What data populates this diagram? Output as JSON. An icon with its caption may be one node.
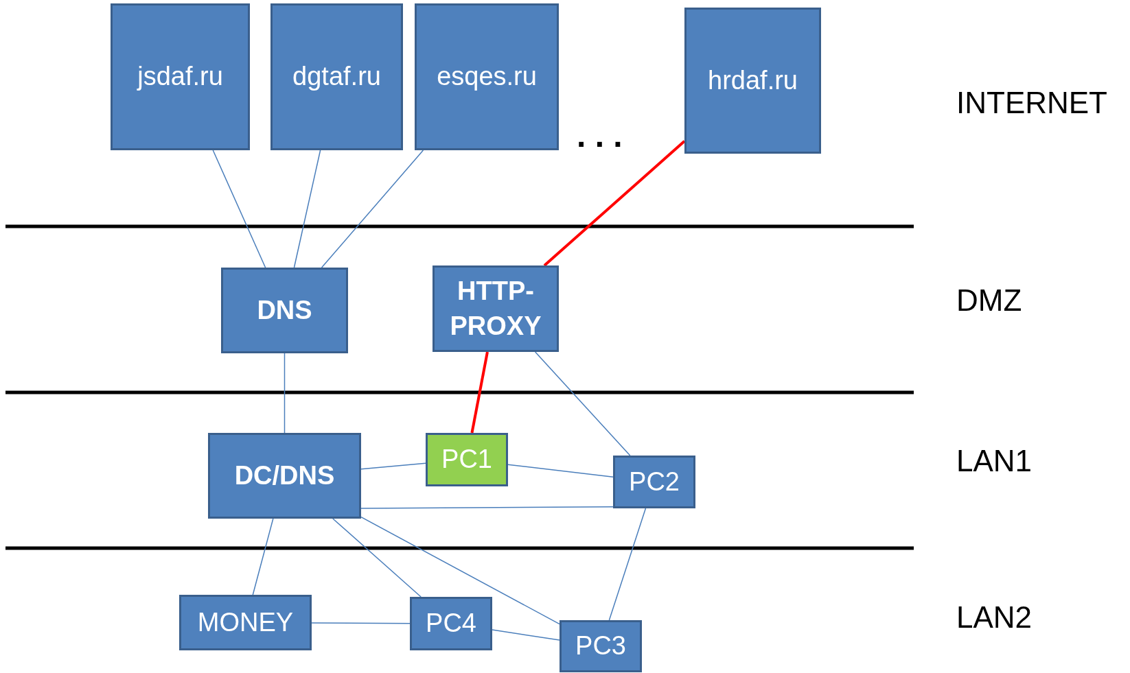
{
  "diagram": {
    "nodes": [
      {
        "text": [
          "jsdaf.ru"
        ]
      },
      {
        "text": [
          "dgtaf.ru"
        ]
      },
      {
        "text": [
          "esqes.ru"
        ]
      },
      {
        "text": [
          "hrdaf.ru"
        ]
      },
      {
        "text": [
          "DNS"
        ]
      },
      {
        "text": [
          "HTTP-PROXY"
        ]
      },
      {
        "text": [
          "DC/DNS"
        ]
      },
      {
        "text": [
          "PC1"
        ]
      },
      {
        "text": [
          "PC2"
        ]
      },
      {
        "text": [
          "MONEY"
        ]
      },
      {
        "text": [
          "PC4"
        ]
      },
      {
        "text": [
          "PC3"
        ]
      }
    ],
    "edges": [
      {
        "from": 0,
        "to": 4,
        "arrow": "none"
      },
      {
        "from": 1,
        "to": 4,
        "arrow": "none"
      },
      {
        "from": 2,
        "to": 4,
        "arrow": "none"
      },
      {
        "from": 3,
        "to": 5,
        "arrow": "none",
        "style": "thick",
        "color": "#ff0000"
      },
      {
        "from": 4,
        "to": 6,
        "arrow": "none"
      },
      {
        "from": 5,
        "to": 7,
        "arrow": "none",
        "style": "thick",
        "color": "#ff0000"
      },
      {
        "from": 5,
        "to": 8,
        "arrow": "none"
      },
      {
        "from": 6,
        "to": 7,
        "arrow": "none"
      },
      {
        "from": 7,
        "to": 8,
        "arrow": "none"
      },
      {
        "from": 6,
        "to": 8,
        "arrow": "none"
      },
      {
        "from": 6,
        "to": 9,
        "arrow": "none"
      },
      {
        "from": 6,
        "to": 10,
        "arrow": "none"
      },
      {
        "from": 6,
        "to": 11,
        "arrow": "none"
      },
      {
        "from": 8,
        "to": 11,
        "arrow": "none"
      },
      {
        "from": 9,
        "to": 10,
        "arrow": "none"
      },
      {
        "from": 10,
        "to": 11,
        "arrow": "none"
      }
    ],
    "labels": [
      ". . .",
      "INTERNET",
      "DMZ",
      "LAN1",
      "LAN2"
    ]
  }
}
